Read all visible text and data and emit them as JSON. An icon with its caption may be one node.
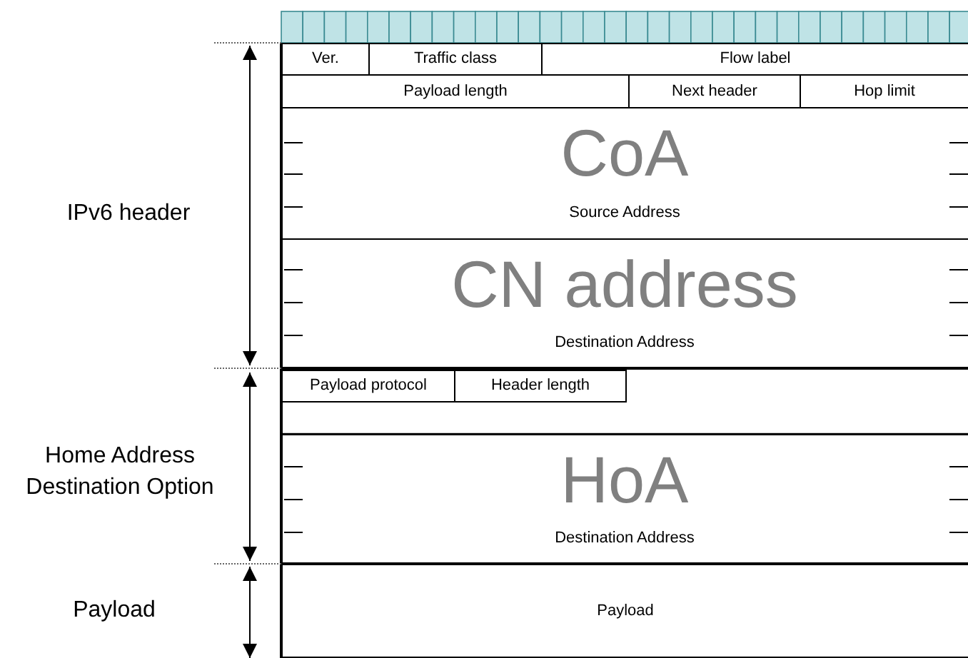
{
  "diagram": {
    "nodes": [
      {
        "text": [
          "Ver."
        ]
      },
      {
        "text": [
          "Traffic class"
        ]
      },
      {
        "text": [
          "Flow label"
        ]
      },
      {
        "text": [
          "Payload length"
        ]
      },
      {
        "text": [
          "Next header"
        ]
      },
      {
        "text": [
          "Hop limit"
        ]
      },
      {
        "text": [
          "CoA",
          "Source Address"
        ]
      },
      {
        "text": [
          "CN address",
          "Destination Address"
        ]
      },
      {
        "text": [
          "Payload protocol"
        ]
      },
      {
        "text": [
          "Header length"
        ]
      },
      {
        "text": [
          "HoA",
          "Destination Address"
        ]
      },
      {
        "text": [
          "Payload"
        ]
      }
    ],
    "edges": [],
    "labels": [
      "IPv6 header",
      "Home Address Destination Option",
      "Payload"
    ]
  }
}
